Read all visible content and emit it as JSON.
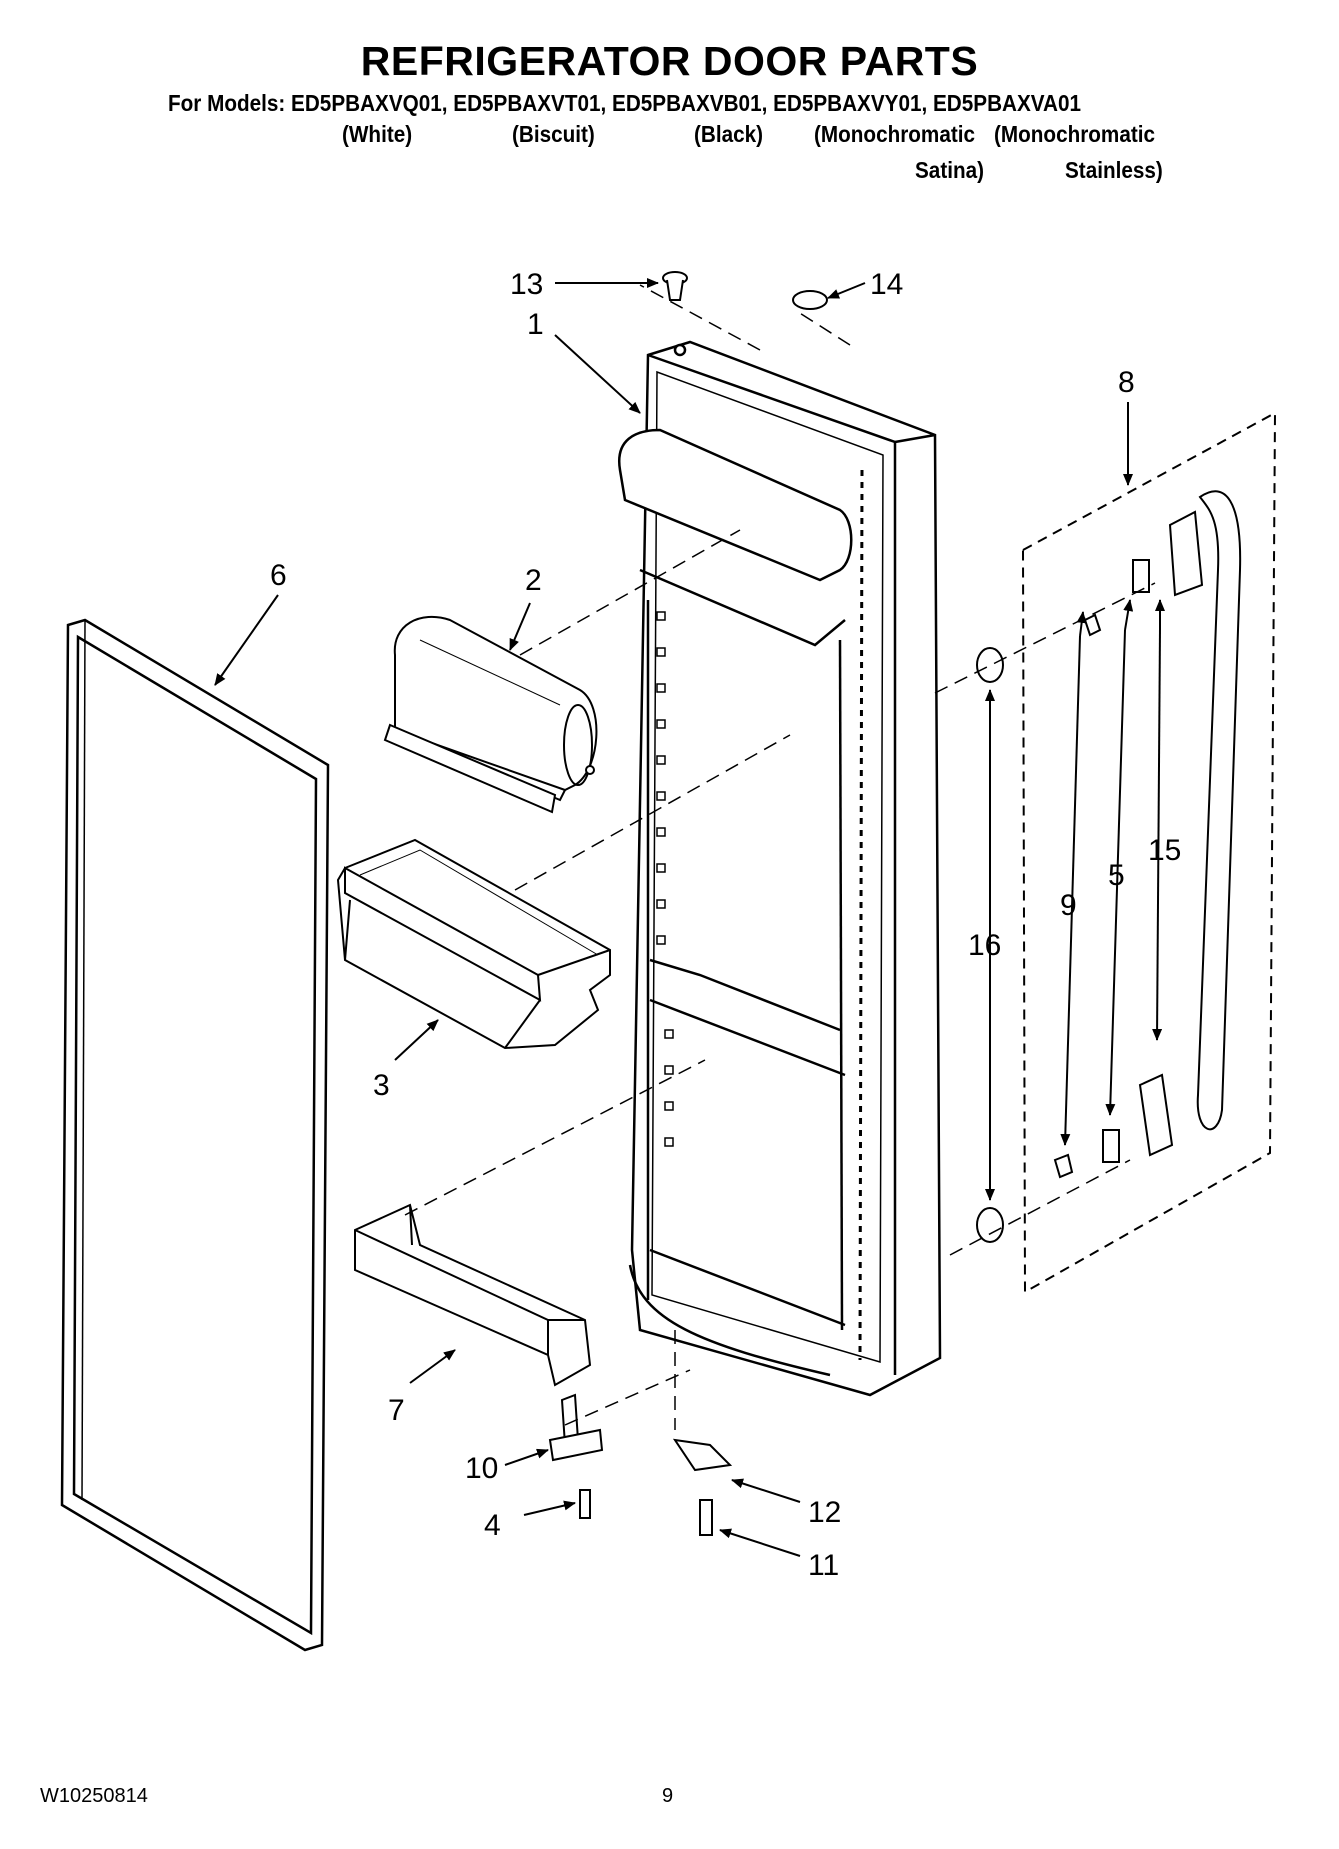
{
  "title": "REFRIGERATOR DOOR PARTS",
  "models_line": "For Models: ED5PBAXVQ01, ED5PBAXVT01, ED5PBAXVB01, ED5PBAXVY01, ED5PBAXVA01",
  "variants": {
    "white": "(White)",
    "biscuit": "(Biscuit)",
    "black": "(Black)",
    "mono_satina_1": "(Monochromatic",
    "mono_satina_2": "Satina)",
    "mono_stainless_1": "(Monochromatic",
    "mono_stainless_2": "Stainless)"
  },
  "callouts": [
    "1",
    "2",
    "3",
    "4",
    "5",
    "6",
    "7",
    "8",
    "9",
    "10",
    "11",
    "12",
    "13",
    "14",
    "15",
    "16"
  ],
  "footer": {
    "doc_number": "W10250814",
    "page_number": "9"
  }
}
